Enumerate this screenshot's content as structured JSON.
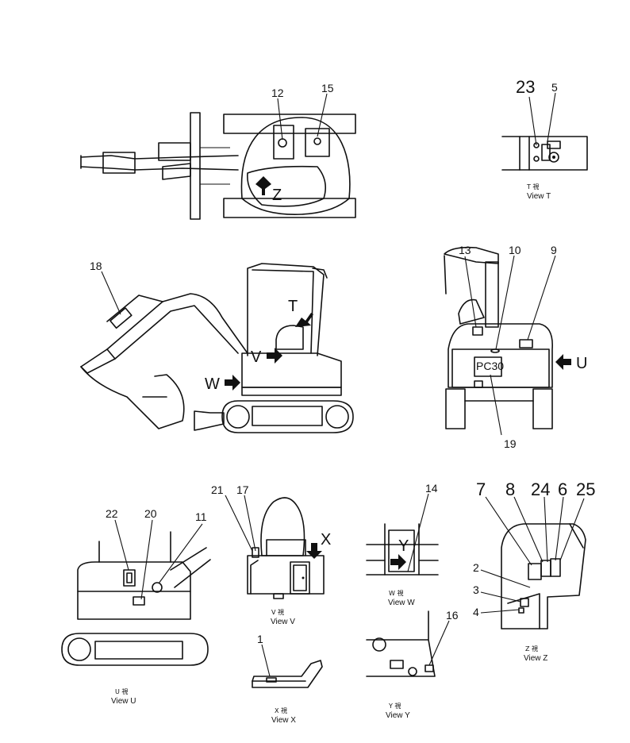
{
  "callouts": {
    "n1": "1",
    "n2": "2",
    "n3": "3",
    "n4": "4",
    "n5": "5",
    "n6": "6",
    "n7": "7",
    "n8": "8",
    "n9": "9",
    "n10": "10",
    "n11": "11",
    "n12": "12",
    "n13": "13",
    "n14": "14",
    "n15": "15",
    "n16": "16",
    "n17": "17",
    "n18": "18",
    "n19": "19",
    "n20": "20",
    "n21": "21",
    "n22": "22",
    "n23": "23",
    "n24": "24",
    "n25": "25"
  },
  "view_letters": {
    "t": "T",
    "u": "U",
    "v": "V",
    "w": "W",
    "x": "X",
    "y": "Y",
    "z": "Z"
  },
  "view_captions": {
    "t": {
      "jp": "T 視",
      "en": "View T"
    },
    "u": {
      "jp": "U 視",
      "en": "View U"
    },
    "v": {
      "jp": "V 視",
      "en": "View V"
    },
    "w": {
      "jp": "W 視",
      "en": "View W"
    },
    "x": {
      "jp": "X 視",
      "en": "View X"
    },
    "y": {
      "jp": "Y 視",
      "en": "View Y"
    },
    "z": {
      "jp": "Z 視",
      "en": "View Z"
    }
  },
  "rear_plate_text": "PC30"
}
